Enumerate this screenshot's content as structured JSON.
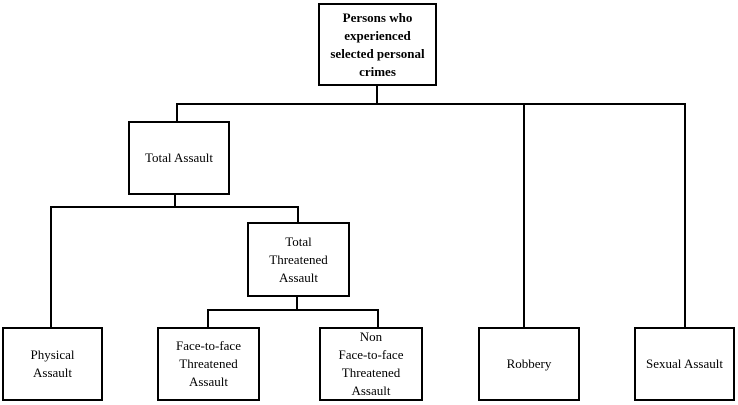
{
  "diagram": {
    "colors": {
      "background": "#ffffff",
      "border": "#000000",
      "text": "#000000"
    },
    "nodes": {
      "root": {
        "label": "Persons who\nexperienced\nselected personal\ncrimes"
      },
      "total_assault": {
        "label": "Total Assault"
      },
      "total_threatened_assault": {
        "label": "Total\nThreatened\nAssault"
      },
      "physical_assault": {
        "label": "Physical\nAssault"
      },
      "face_to_face_threatened_assault": {
        "label": "Face-to-face\nThreatened\nAssault"
      },
      "non_face_to_face_threatened_assault": {
        "label": "Non\nFace-to-face\nThreatened\nAssault"
      },
      "robbery": {
        "label": "Robbery"
      },
      "sexual_assault": {
        "label": "Sexual Assault"
      }
    },
    "edges": [
      {
        "from": "root",
        "to": "total_assault"
      },
      {
        "from": "root",
        "to": "robbery"
      },
      {
        "from": "root",
        "to": "sexual_assault"
      },
      {
        "from": "total_assault",
        "to": "physical_assault"
      },
      {
        "from": "total_assault",
        "to": "total_threatened_assault"
      },
      {
        "from": "total_threatened_assault",
        "to": "face_to_face_threatened_assault"
      },
      {
        "from": "total_threatened_assault",
        "to": "non_face_to_face_threatened_assault"
      }
    ]
  }
}
